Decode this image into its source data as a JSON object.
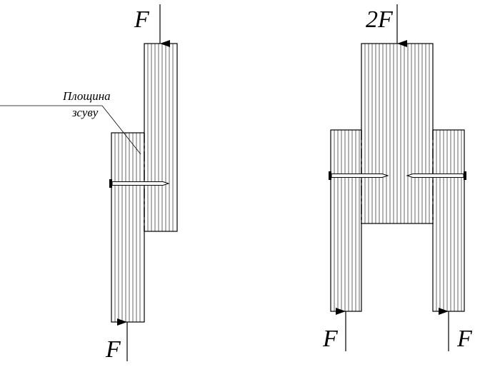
{
  "labels": {
    "force_top_left": "F",
    "force_top_right": "2F",
    "force_bottom_left": "F",
    "force_bottom_right_a": "F",
    "force_bottom_right_b": "F",
    "shear_plane_line1": "Площина",
    "shear_plane_line2": "зсуву"
  }
}
